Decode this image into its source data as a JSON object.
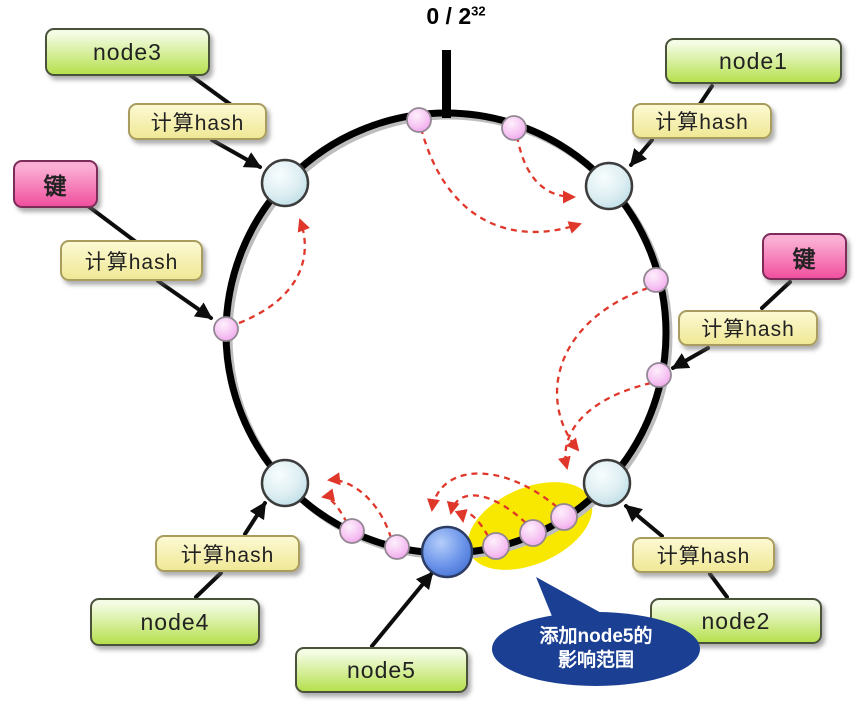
{
  "title": {
    "prefix": "0 / 2",
    "superscript": "32"
  },
  "labels": {
    "node1": "node1",
    "node2": "node2",
    "node3": "node3",
    "node4": "node4",
    "node5": "node5",
    "compute_hash": "计算hash",
    "key": "键"
  },
  "bubble": {
    "line1": "添加node5的",
    "line2": "影响范围"
  },
  "colors": {
    "node_box_green": "#b6e04e",
    "hash_box_yellow": "#f0e896",
    "key_box_pink": "#f0509e",
    "ring_black": "#000000",
    "node_circle_blue": "#c3e0e8",
    "node5_circle_blue": "#4a78da",
    "key_dot_pink": "#f2aaee",
    "highlight_yellow": "#f8e800",
    "bubble_blue": "#1a3f93",
    "arrow_red": "#e0372b"
  }
}
